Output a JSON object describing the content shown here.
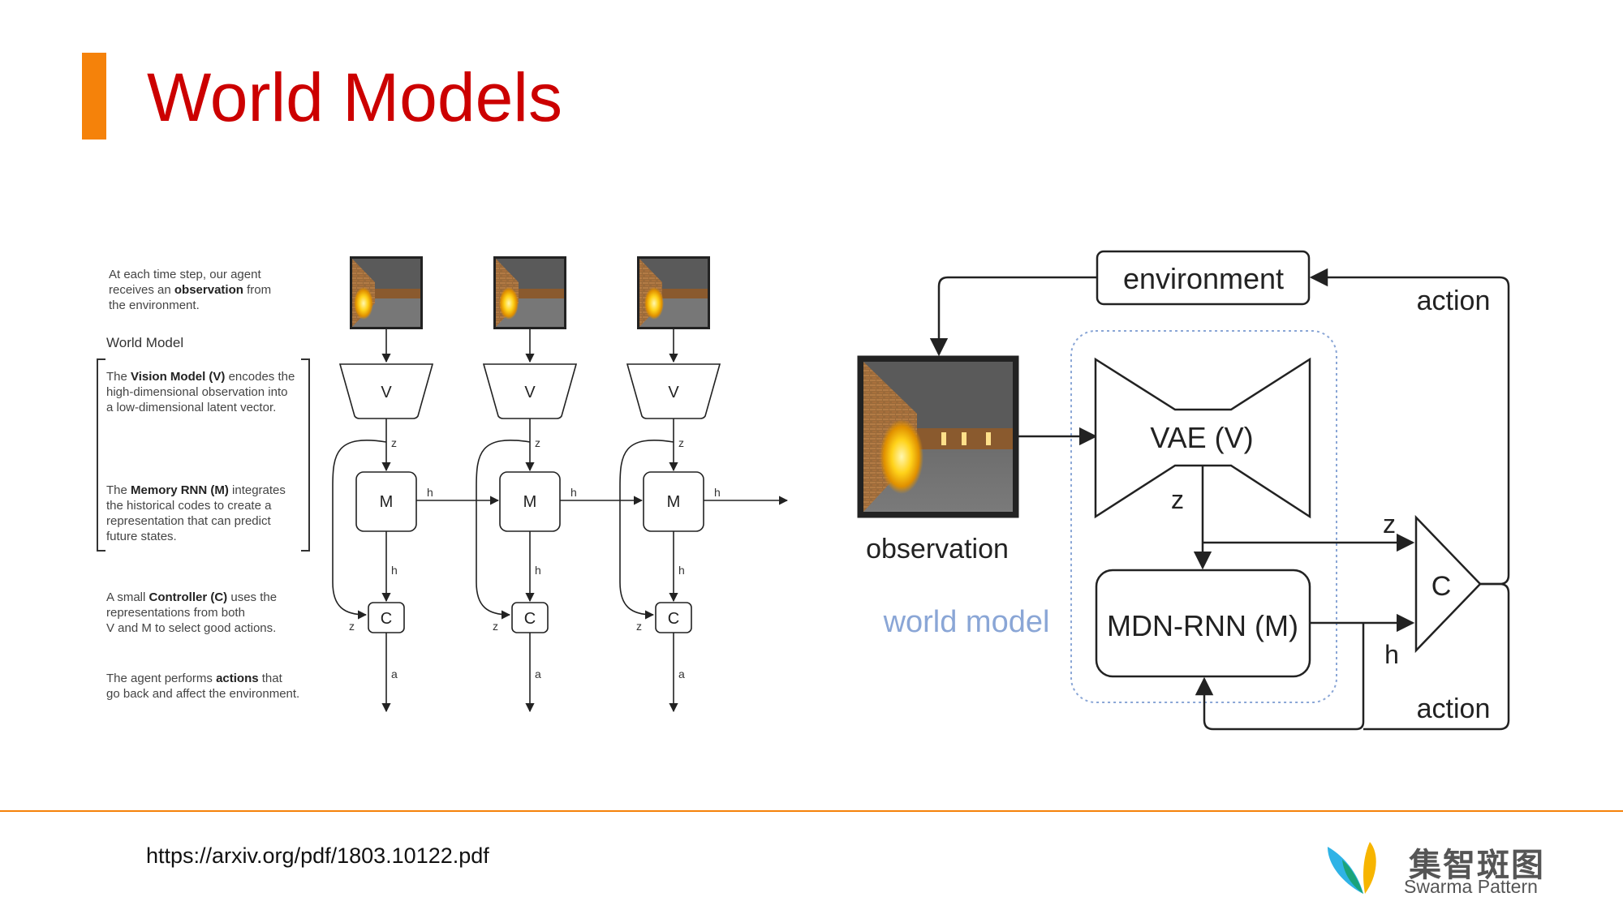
{
  "slide": {
    "title": "World Models",
    "url": "https://arxiv.org/pdf/1803.10122.pdf"
  },
  "colors": {
    "title": "#cc0000",
    "accent_bar": "#f5820a",
    "footer_line": "#f5820a",
    "diagram_line": "#222222",
    "world_model_label": "#8aa6d6",
    "world_model_border": "#8aa6d6"
  },
  "left_diagram": {
    "desc_observation": [
      "At each time step, our agent",
      "receives an |observation| from",
      "the environment."
    ],
    "heading": "World Model",
    "desc_vision": [
      "The |Vision Model (V)| encodes the",
      "high-dimensional observation into",
      "a low-dimensional latent vector."
    ],
    "desc_memory": [
      "The |Memory RNN (M)| integrates",
      "the historical codes to create a",
      "representation that can predict",
      "future states."
    ],
    "desc_controller": [
      "A small |Controller (C)| uses the",
      "representations from both",
      "V and M to select good actions."
    ],
    "desc_action": [
      "The agent performs |actions| that",
      "go back and affect the environment."
    ],
    "v_label": "V",
    "m_label": "M",
    "c_label": "C",
    "z_label": "z",
    "h_label": "h",
    "a_label": "a",
    "timesteps": 3
  },
  "right_diagram": {
    "environment_label": "environment",
    "action_label_top": "action",
    "action_label_bottom": "action",
    "observation_label": "observation",
    "world_model_label": "world model",
    "vae_label": "VAE (V)",
    "mdn_label": "MDN-RNN (M)",
    "controller_label": "C",
    "z_label": "z",
    "z_label_right": "z",
    "h_label": "h"
  },
  "logo": {
    "name_cn": "集智斑图",
    "name_en": "Swarma Pattern"
  }
}
